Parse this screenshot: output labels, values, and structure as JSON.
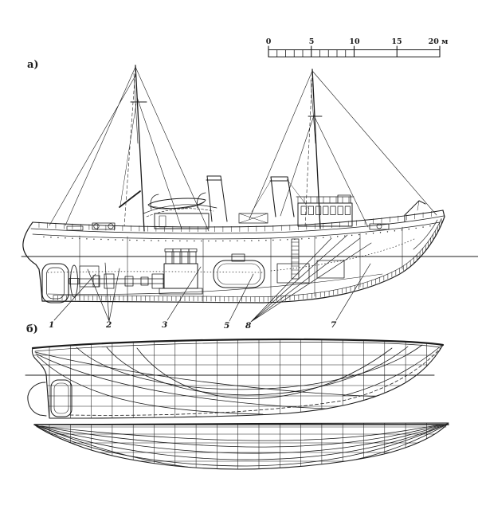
{
  "colors": {
    "ink": "#1c1c1c",
    "background": "#ffffff"
  },
  "panel_labels": {
    "a": "а)",
    "b": "б)"
  },
  "scale_bar": {
    "unit": "м",
    "min": 0,
    "max": 20,
    "tick_labels": [
      "0",
      "5",
      "10",
      "15",
      "20 м"
    ]
  },
  "callouts": [
    "1",
    "2",
    "3",
    "5",
    "8",
    "7"
  ]
}
